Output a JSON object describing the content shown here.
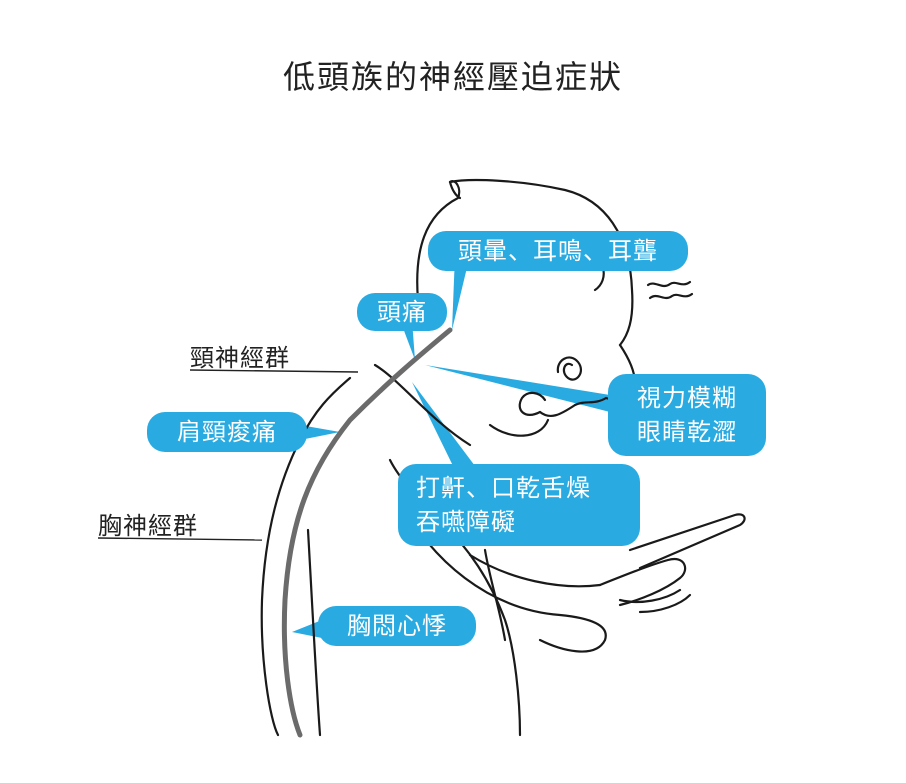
{
  "title": "低頭族的神經壓迫症狀",
  "labels": {
    "neck_nerves": "頸神經群",
    "chest_nerves": "胸神經群"
  },
  "bubbles": {
    "dizziness": "頭暈、耳鳴、耳聾",
    "headache": "頭痛",
    "shoulder": "肩頸痠痛",
    "vision": [
      "視力模糊",
      "眼睛乾澀"
    ],
    "mouth": [
      "打鼾、口乾舌燥",
      "吞嚥障礙"
    ],
    "chest": "胸悶心悸"
  },
  "colors": {
    "bubble": "#29abe2",
    "spine": "#6b6b6b",
    "outline": "#1a1a1a"
  }
}
